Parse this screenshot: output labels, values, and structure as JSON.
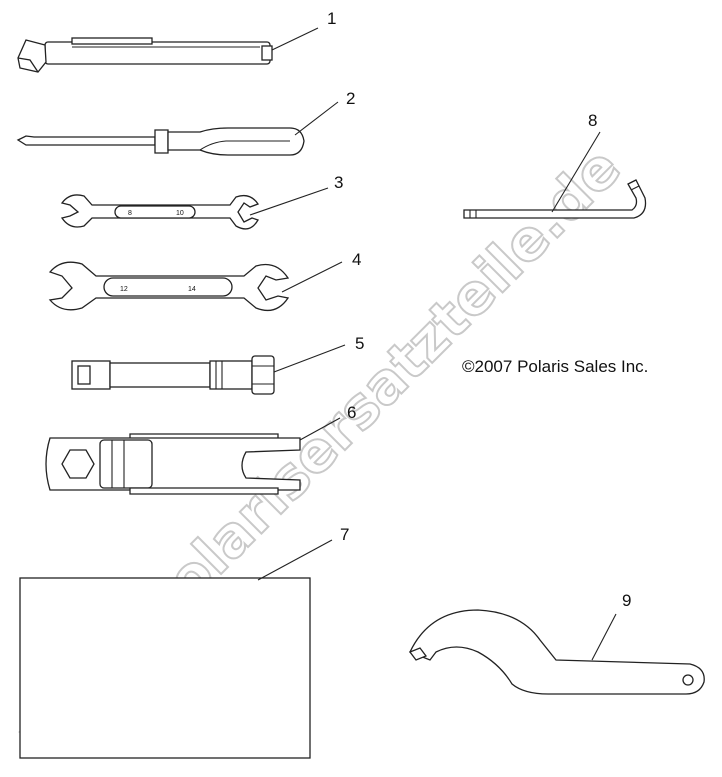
{
  "watermark": "www.polarisersatzteile.de",
  "copyright": "©2007 Polaris Sales Inc.",
  "callouts": [
    "1",
    "2",
    "3",
    "4",
    "5",
    "6",
    "7",
    "8",
    "9"
  ],
  "wrench_small_marks": [
    "8",
    "10"
  ],
  "wrench_large_marks": [
    "12",
    "14"
  ]
}
